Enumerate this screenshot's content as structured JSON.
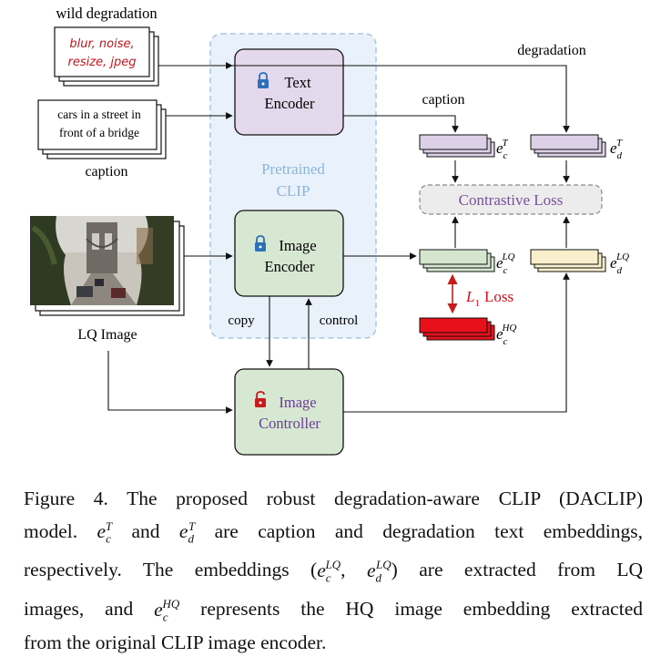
{
  "labels": {
    "wild_degradation": "wild degradation",
    "degradation_line1": "blur, noise,",
    "degradation_line2": "resize, jpeg",
    "caption_text_line1": "cars in a street in",
    "caption_text_line2": "front of a bridge",
    "caption_label": "caption",
    "lq_image": "LQ Image",
    "pretrained_line1": "Pretrained",
    "pretrained_line2": "CLIP",
    "text_encoder_line1": "Text",
    "text_encoder_line2": "Encoder",
    "image_encoder_line1": "Image",
    "image_encoder_line2": "Encoder",
    "image_controller_line1": "Image",
    "image_controller_line2": "Controller",
    "copy": "copy",
    "control": "control",
    "caption_arrow": "caption",
    "degradation_arrow": "degradation",
    "contrastive_loss": "Contrastive Loss",
    "l1_loss": "Loss",
    "emb_e": "e",
    "sub_c": "c",
    "sub_d": "d",
    "sup_T": "T",
    "sup_LQ": "LQ",
    "sup_HQ": "HQ",
    "l1_L": "L",
    "l1_sub": "1"
  },
  "figure_caption": {
    "line1": "Figure 4. The proposed robust degradation-aware CLIP (DACLIP)",
    "line2_a": "model.",
    "line2_b": "and",
    "line2_c": "are caption and degradation text embeddings,",
    "line3_a": "respectively. The embeddings (",
    "line3_b": ")",
    "line3_c": "are extracted from LQ",
    "line4_a": "images, and",
    "line4_b": "represents the HQ image embedding extracted",
    "line5": "from the original CLIP image encoder.",
    "e": "e",
    "c": "c",
    "d": "d",
    "T": "T",
    "LQ": "LQ",
    "HQ": "HQ",
    "comma": ","
  },
  "colors": {
    "clip_region_fill": "#e9f1fa",
    "clip_region_border": "#a9c6e6",
    "clip_label": "#8db5dc",
    "text_encoder_fill": "#e4d8ec",
    "image_encoder_fill": "#d7e8d2",
    "text_emb_fill": "#dcd0e6",
    "image_emb_fill": "#d5e6cf",
    "deg_emb_fill": "#f9efcc",
    "hq_emb_fill": "#e8101a",
    "contrastive_text": "#7a4fa0",
    "controller_text": "#6a3d96",
    "l1_text": "#d0101a",
    "lock_blue": "#2d6fb8",
    "lock_red": "#c81a1a"
  },
  "icons": [
    "lock-icon",
    "unlock-icon"
  ]
}
